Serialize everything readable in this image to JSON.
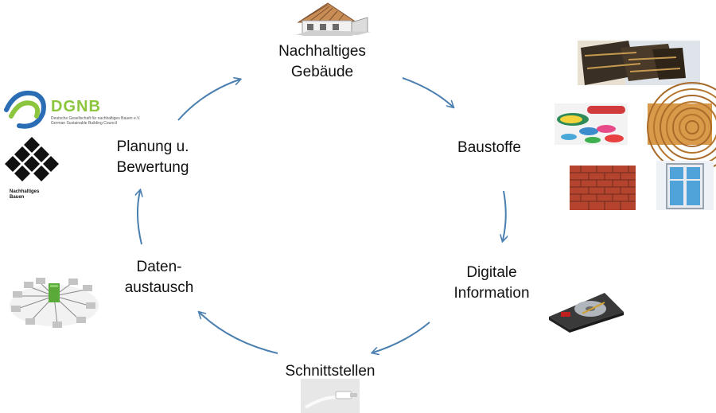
{
  "cycle": {
    "nodes": [
      {
        "id": "gebaeude",
        "lines": [
          "Nachhaltiges",
          "Gebäude"
        ]
      },
      {
        "id": "baustoffe",
        "lines": [
          "Baustoffe"
        ]
      },
      {
        "id": "digitale",
        "lines": [
          "Digitale",
          "Information"
        ]
      },
      {
        "id": "schnittstellen",
        "lines": [
          "Schnittstellen"
        ]
      },
      {
        "id": "datenaustausch",
        "lines": [
          "Daten-",
          "austausch"
        ]
      },
      {
        "id": "planung",
        "lines": [
          "Planung u.",
          "Bewertung"
        ]
      }
    ]
  },
  "logos": {
    "dgnb": {
      "name": "DGNB",
      "sub1": "Deutsche Gesellschaft für nachhaltiges Bauen e.V.",
      "sub2": "German Sustainable Building Council"
    },
    "nb": {
      "line1": "Nachhaltiges",
      "line2": "Bauen"
    }
  },
  "colors": {
    "arrow": "#4a7fb0",
    "dgnb_green": "#8cc63f",
    "dgnb_blue": "#2a6db5"
  },
  "icons": [
    "house-construction-icon",
    "wood-panels-icon",
    "plastic-granules-icon",
    "wood-rings-icon",
    "brick-wall-icon",
    "window-icon",
    "hard-drive-icon",
    "usb-cable-icon",
    "network-hub-icon"
  ]
}
